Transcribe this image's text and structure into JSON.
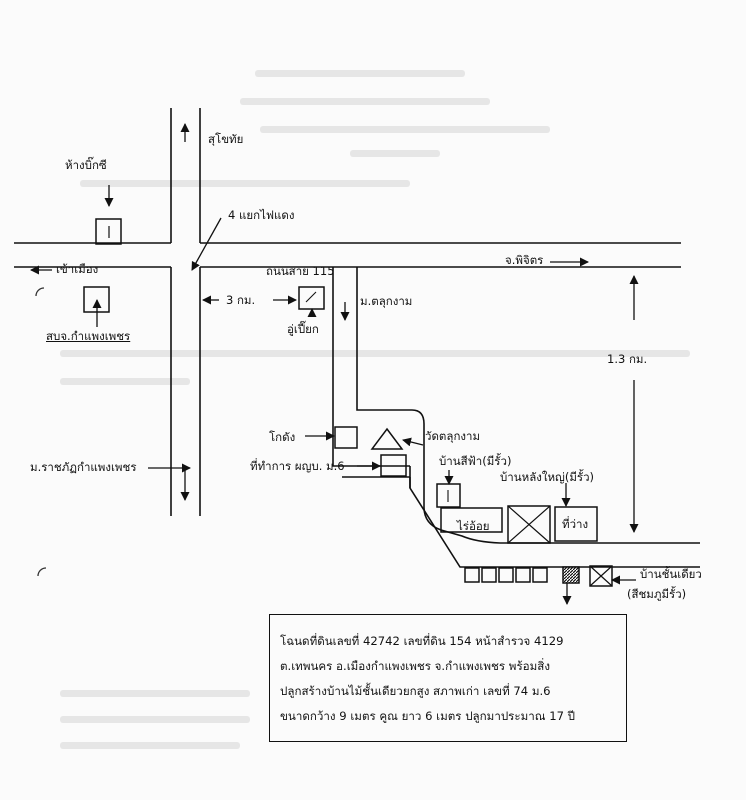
{
  "map": {
    "labels": {
      "sukhothai": "สุโขทัย",
      "big_c": "ห้างบิ๊กซี",
      "four_lights": "4 แยกไฟแดง",
      "to_city": "เข้าเมือง",
      "road_115": "ถนนสาย 115",
      "phichit": "จ.พิจิตร",
      "distance_3km": "3 กม.",
      "moo_talukngam": "ม.ตลุกงาม",
      "sorbor_jor": "สบจ.กำแพงเพชร",
      "garage": "อู่เปี๊ยก",
      "distance_1_3km": "1.3 กม.",
      "warehouse": "โกดัง",
      "wat_taluk": "วัดตลุกงาม",
      "village_office": "ที่ทำการ ผญบ. ม.6",
      "blue_house": "บ้านสีฟ้า(มีรั้ว)",
      "rajabhat": "ม.ราชภัฏกำแพงเพชร",
      "big_house": "บ้านหลังใหญ่(มีรั้ว)",
      "cane_field": "ไร่อ้อย",
      "vacant_land": "ที่ว่าง",
      "single_house": "บ้านชั้นเดียว",
      "single_house_color": "(สีชมภูมีรั้ว)"
    }
  },
  "note": {
    "line1": "โฉนดที่ดินเลขที่ 42742 เลขที่ดิน 154 หน้าสำรวจ 4129",
    "line2": "ต.เทพนคร อ.เมืองกำแพงเพชร จ.กำแพงเพชร พร้อมสิ่ง",
    "line3": "ปลูกสร้างบ้านไม้ชั้นเดียวยกสูง สภาพเก่า เลขที่ 74 ม.6",
    "line4": "ขนาดกว้าง 9 เมตร คูณ ยาว 6 เมตร ปลูกมาประมาณ 17 ปี"
  }
}
